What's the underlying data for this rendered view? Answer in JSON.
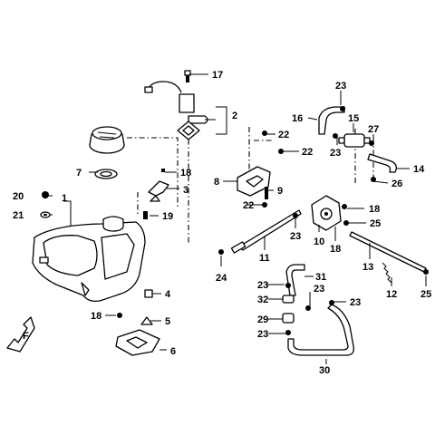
{
  "callouts": {
    "c1": "1",
    "c2": "2",
    "c3": "3",
    "c4": "4",
    "c5": "5",
    "c6": "6",
    "c7": "7",
    "c8": "8",
    "c9": "9",
    "c10": "10",
    "c11": "11",
    "c12": "12",
    "c13": "13",
    "c14": "14",
    "c15": "15",
    "c16": "16",
    "c17": "17",
    "c18a": "18",
    "c18b": "18",
    "c18c": "18",
    "c18d": "18",
    "c19": "19",
    "c20": "20",
    "c21": "21",
    "c22a": "22",
    "c22b": "22",
    "c22c": "22",
    "c23a": "23",
    "c23b": "23",
    "c23c": "23",
    "c23d": "23",
    "c23e": "23",
    "c23f": "23",
    "c24": "24",
    "c25a": "25",
    "c25b": "25",
    "c26": "26",
    "c27": "27",
    "c29": "29",
    "c30": "30",
    "c31": "31",
    "c32": "32"
  },
  "front_marker": "F"
}
